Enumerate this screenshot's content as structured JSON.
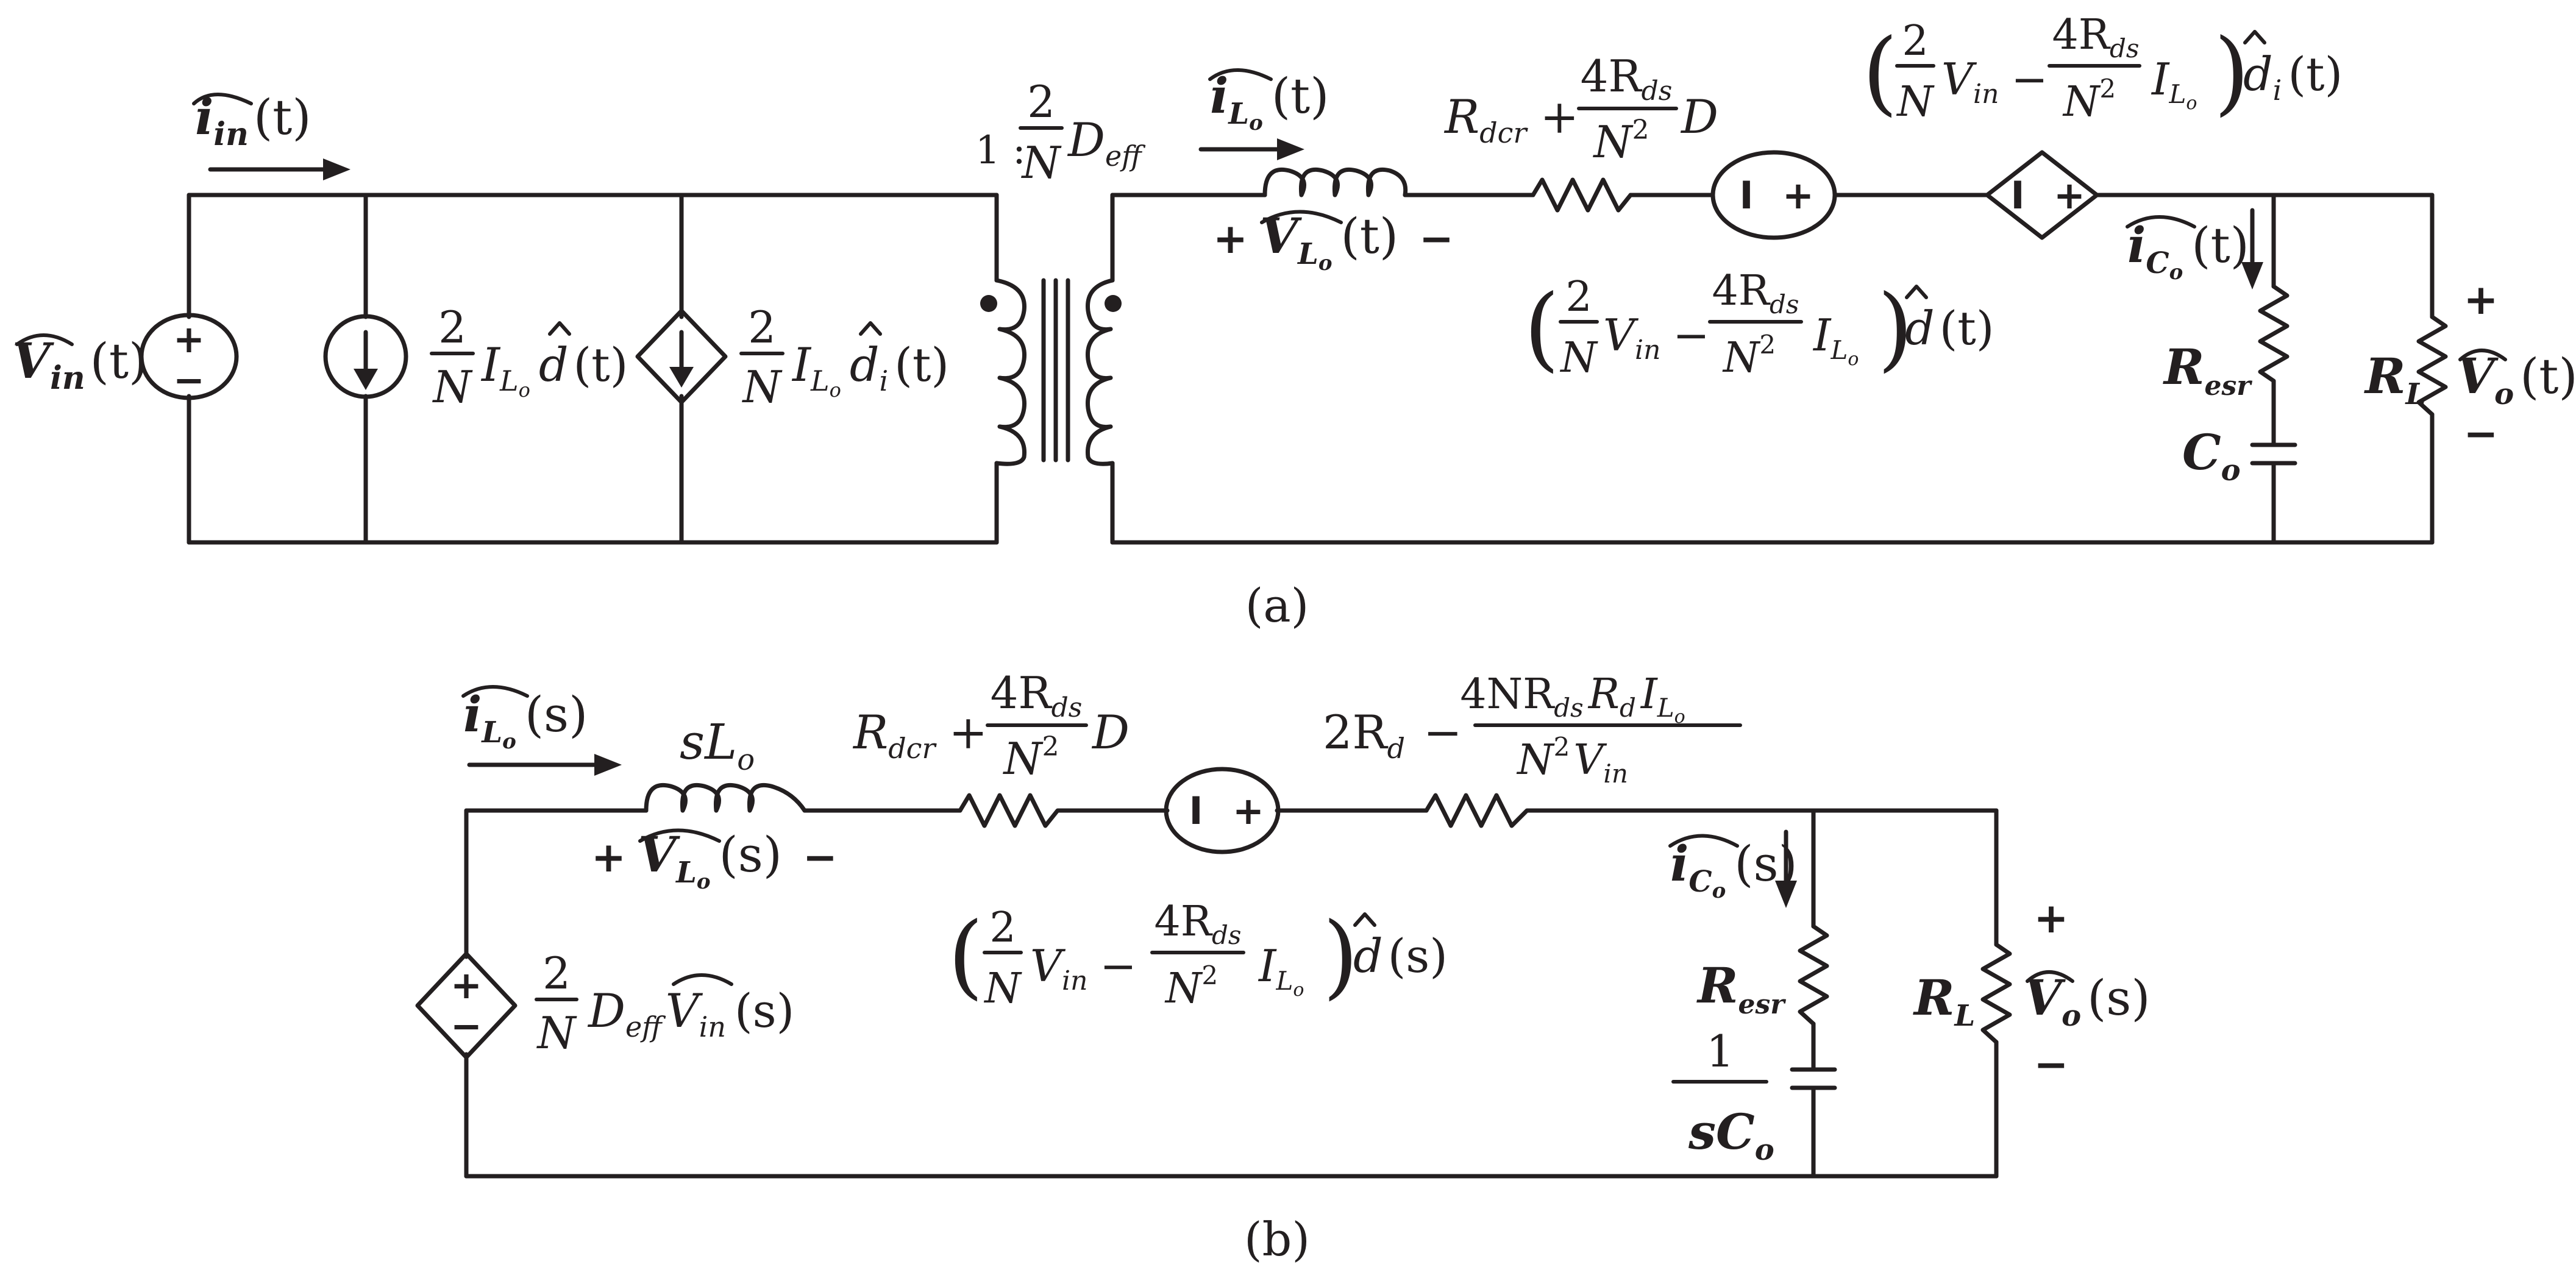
{
  "diagram_a": {
    "caption": "(a)",
    "i_in": {
      "symbol": "i",
      "subscript": "in",
      "arg": "(t)"
    },
    "v_in": {
      "symbol": "V",
      "subscript": "in",
      "arg": "(t)"
    },
    "source1": {
      "num": "2",
      "den": "N",
      "body": "I",
      "sub": "L",
      "subsub": "o",
      "d": "d",
      "arg": "(t)"
    },
    "source2": {
      "num": "2",
      "den": "N",
      "body": "I",
      "sub": "L",
      "subsub": "o",
      "d": "d",
      "dsub": "i",
      "arg": "(t)"
    },
    "transformer": {
      "num": "2",
      "den": "N",
      "body": "D",
      "sub": "eff",
      "ratio_prefix": "1 :"
    },
    "i_lo": {
      "symbol": "i",
      "subscript": "L",
      "subsub": "o",
      "arg": "(t)"
    },
    "v_lo": {
      "plus": "+",
      "symbol": "V",
      "subscript": "L",
      "subsub": "o",
      "arg": "(t)",
      "minus": "−"
    },
    "resistance": {
      "r": "R",
      "rsub": "dcr",
      "plus": "+",
      "num": "4R",
      "numsub": "ds",
      "den": "N",
      "densup": "2",
      "d": "D"
    },
    "vsource_mid": {
      "lparen": "(",
      "num": "2",
      "den": "N",
      "v": "V",
      "vsub": "in",
      "minus": "−",
      "num2": "4R",
      "num2sub": "ds",
      "den2": "N",
      "den2sup": "2",
      "i": "I",
      "isub": "L",
      "isubsub": "o",
      "rparen": ")",
      "d": "d",
      "arg": "(t)"
    },
    "vsource_top": {
      "lparen": "(",
      "num": "2",
      "den": "N",
      "v": "V",
      "vsub": "in",
      "minus": "−",
      "num2": "4R",
      "num2sub": "ds",
      "den2": "N",
      "den2sup": "2",
      "i": "I",
      "isub": "L",
      "isubsub": "o",
      "rparen": ")",
      "d": "d",
      "dsub": "i",
      "arg": "(t)"
    },
    "i_co": {
      "symbol": "i",
      "subscript": "C",
      "subsub": "o",
      "arg": "(t)"
    },
    "r_esr": {
      "symbol": "R",
      "subscript": "esr"
    },
    "c_o": {
      "symbol": "C",
      "subscript": "o"
    },
    "r_l": {
      "symbol": "R",
      "subscript": "L"
    },
    "v_o": {
      "plus": "+",
      "symbol": "V",
      "subscript": "o",
      "arg": "(t)",
      "minus": "−"
    },
    "source_sign_plus": "+",
    "source_sign_minus": "−",
    "vs_left": "I",
    "vs_right": "+"
  },
  "diagram_b": {
    "caption": "(b)",
    "i_lo": {
      "symbol": "i",
      "subscript": "L",
      "subsub": "o",
      "arg": "(s)"
    },
    "inductor": {
      "s": "s",
      "l": "L",
      "lsub": "o"
    },
    "v_lo": {
      "plus": "+",
      "symbol": "V",
      "subscript": "L",
      "subsub": "o",
      "arg": "(s)",
      "minus": "−"
    },
    "resistance": {
      "r": "R",
      "rsub": "dcr",
      "plus": "+",
      "num": "4R",
      "numsub": "ds",
      "den": "N",
      "densup": "2",
      "d": "D"
    },
    "resistance2": {
      "pre": "2R",
      "presub": "d",
      "minus": "−",
      "num": "4NR",
      "numsub": "ds",
      "num_r": "R",
      "num_rsub": "d",
      "num_i": "I",
      "num_isub": "L",
      "num_isubsub": "o",
      "den": "N",
      "densup": "2",
      "den_v": "V",
      "den_vsub": "in"
    },
    "vsource": {
      "lparen": "(",
      "num": "2",
      "den": "N",
      "v": "V",
      "vsub": "in",
      "minus": "−",
      "num2": "4R",
      "num2sub": "ds",
      "den2": "N",
      "den2sup": "2",
      "i": "I",
      "isub": "L",
      "isubsub": "o",
      "rparen": ")",
      "d": "d",
      "arg": "(s)"
    },
    "dep_source": {
      "num": "2",
      "den": "N",
      "body": "D",
      "sub": "eff",
      "v": "V",
      "vsub": "in",
      "arg": "(s)"
    },
    "i_co": {
      "symbol": "i",
      "subscript": "C",
      "subsub": "o",
      "arg": "(s)"
    },
    "r_esr": {
      "symbol": "R",
      "subscript": "esr"
    },
    "cap": {
      "num": "1",
      "den_s": "s",
      "den_c": "C",
      "den_csub": "o"
    },
    "r_l": {
      "symbol": "R",
      "subscript": "L"
    },
    "v_o": {
      "plus": "+",
      "symbol": "V",
      "subscript": "o",
      "arg": "(s)",
      "minus": "−"
    },
    "source_sign_plus": "+",
    "source_sign_minus": "−",
    "vs_left": "I",
    "vs_right": "+"
  }
}
